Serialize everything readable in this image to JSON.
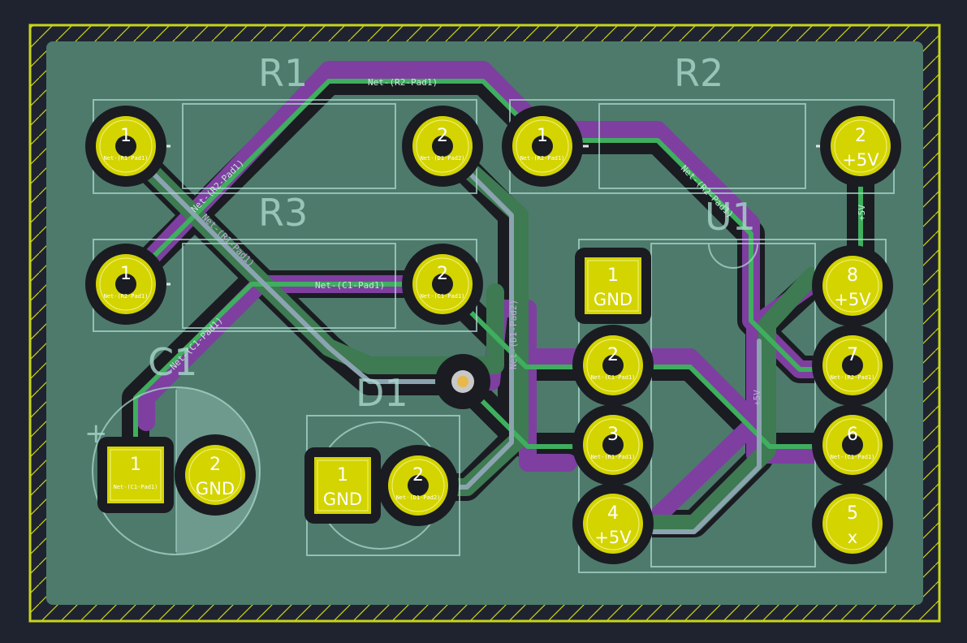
{
  "board": {
    "colors": {
      "background": "#1f2330",
      "board_fill": "#4e7a6c",
      "edge_cuts": "#c8d41a",
      "copper_front": "#3e9e5a",
      "copper_back": "#7e3fa0",
      "silkscreen": "#a9d8cc",
      "pad_copper": "#d4d400",
      "clearance": "#1a1c22",
      "via_drill": "#e8b84a"
    },
    "components": {
      "r1": "R1",
      "r2": "R2",
      "r3": "R3",
      "c1": "C1",
      "d1": "D1",
      "u1": "U1",
      "c1_polarity": "+"
    },
    "pads": {
      "r1_p1": {
        "num": "1",
        "net": "Net-(R1-Pad1)"
      },
      "r1_p2": {
        "num": "2",
        "net": "Net-(D1-Pad2)"
      },
      "r2_p1": {
        "num": "1",
        "net": "Net-(R2-Pad1)"
      },
      "r2_p2": {
        "num": "2",
        "net": "+5V"
      },
      "r3_p1": {
        "num": "1",
        "net": "Net-(R2-Pad1)"
      },
      "r3_p2": {
        "num": "2",
        "net": "Net-(C1-Pad1)"
      },
      "c1_p1": {
        "num": "1",
        "net": "Net-(C1-Pad1)"
      },
      "c1_p2": {
        "num": "2",
        "net": "GND"
      },
      "d1_p1": {
        "num": "1",
        "net": "GND"
      },
      "d1_p2": {
        "num": "2",
        "net": "Net-(D1-Pad2)"
      },
      "u1_p1": {
        "num": "1",
        "net": "GND"
      },
      "u1_p2": {
        "num": "2",
        "net": "Net-(C1-Pad1)"
      },
      "u1_p3": {
        "num": "3",
        "net": "Net-(R1-Pad1)"
      },
      "u1_p4": {
        "num": "4",
        "net": "+5V"
      },
      "u1_p5": {
        "num": "5",
        "net": "x"
      },
      "u1_p6": {
        "num": "6",
        "net": "Net-(C1-Pad1)"
      },
      "u1_p7": {
        "num": "7",
        "net": "Net-(R2-Pad1)"
      },
      "u1_p8": {
        "num": "8",
        "net": "+5V"
      }
    },
    "track_labels": {
      "r2_pad1_top": "Net-(R2-Pad1)",
      "r2_pad1_diag": "Net-(R2-Pad1)",
      "r2_pad1_right": "Net-(R2-Pad1)",
      "r1_pad1_diag": "Net-(R1-Pad1)",
      "c1_pad1_h": "Net-(C1-Pad1)",
      "c1_pad1_diag": "Net-(C1-Pad1)",
      "d1_pad2_v": "Net-(D1-Pad2)",
      "p5v_right": "+5V",
      "p5v_u1": "+5V"
    }
  }
}
